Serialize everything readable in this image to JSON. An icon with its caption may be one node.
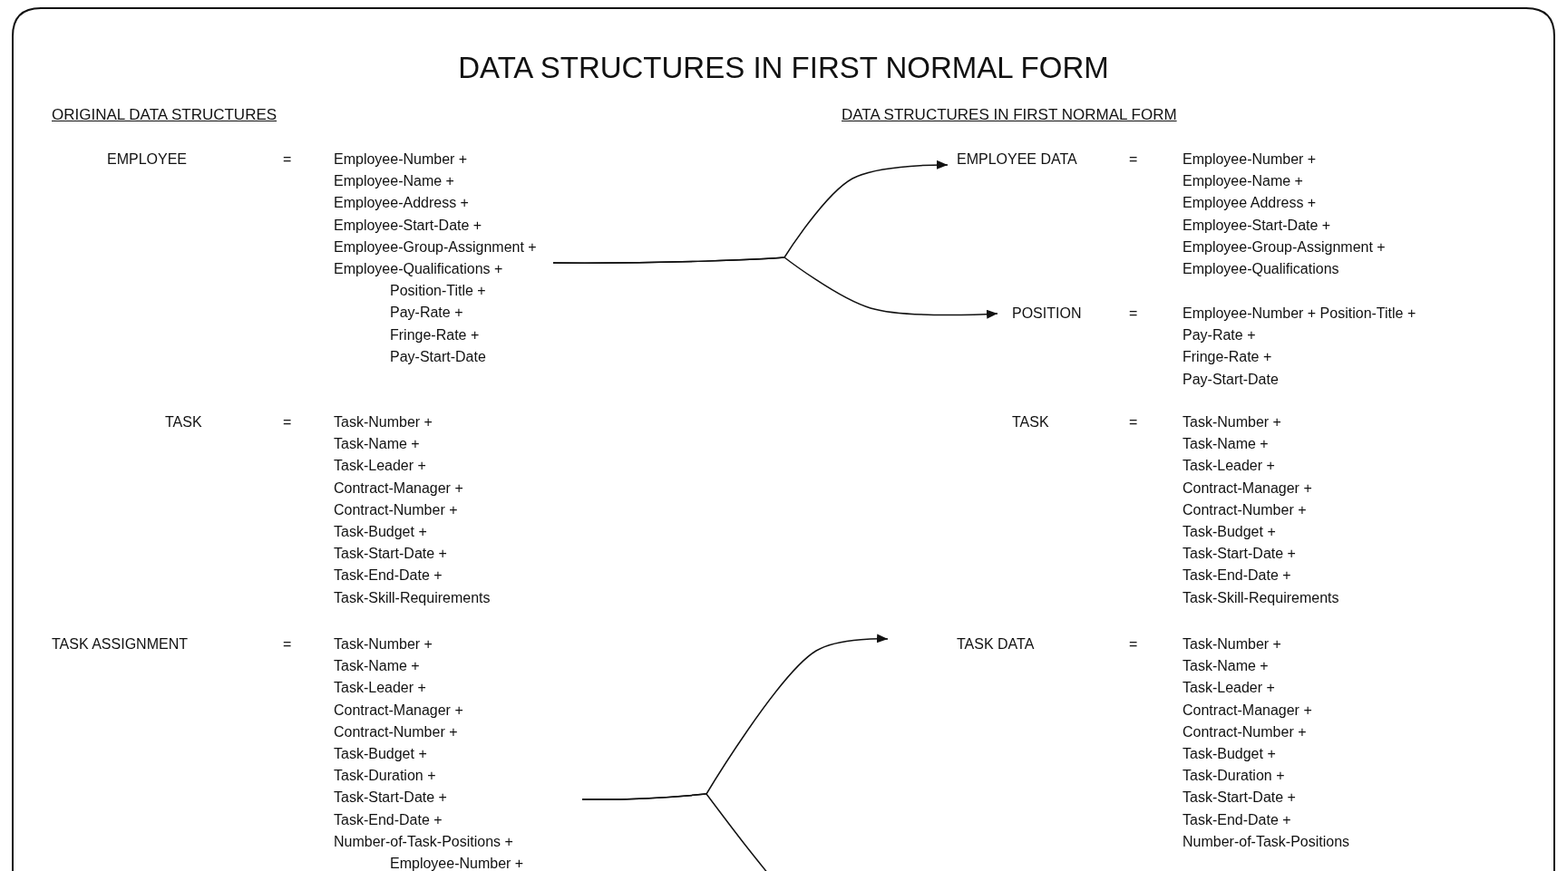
{
  "diagram": {
    "title": "DATA STRUCTURES IN FIRST NORMAL FORM",
    "nodes": [
      {
        "text": [
          "EMPLOYEE",
          "=",
          "Employee-Number +",
          "Employee-Name +",
          "Employee-Address +",
          "Employee-Start-Date +",
          "Employee-Group-Assignment +",
          "Employee-Qualifications +",
          "Position-Title +",
          "Pay-Rate +",
          "Fringe-Rate +",
          "Pay-Start-Date"
        ]
      },
      {
        "text": [
          "EMPLOYEE DATA",
          "=",
          "Employee-Number +",
          "Employee-Name +",
          "Employee Address +",
          "Employee-Start-Date +",
          "Employee-Group-Assignment +",
          "Employee-Qualifications"
        ]
      },
      {
        "text": [
          "POSITION",
          "=",
          "Employee-Number + Position-Title +",
          "Pay-Rate +",
          "Fringe-Rate +",
          "Pay-Start-Date"
        ]
      },
      {
        "text": [
          "TASK",
          "=",
          "Task-Number +",
          "Task-Name +",
          "Task-Leader +",
          "Contract-Manager +",
          "Contract-Number +",
          "Task-Budget +",
          "Task-Start-Date +",
          "Task-End-Date +",
          "Task-Skill-Requirements"
        ]
      },
      {
        "text": [
          "TASK",
          "=",
          "Task-Number +",
          "Task-Name +",
          "Task-Leader +",
          "Contract-Manager +",
          "Contract-Number +",
          "Task-Budget +",
          "Task-Start-Date +",
          "Task-End-Date +",
          "Task-Skill-Requirements"
        ]
      },
      {
        "text": [
          "TASK ASSIGNMENT",
          "=",
          "Task-Number +",
          "Task-Name +",
          "Task-Leader +",
          "Contract-Manager +",
          "Contract-Number +",
          "Task-Budget +",
          "Task-Duration +",
          "Task-Start-Date +",
          "Task-End-Date +",
          "Number-of-Task-Positions +",
          "Employee-Number +"
        ]
      },
      {
        "text": [
          "TASK DATA",
          "=",
          "Task-Number +",
          "Task-Name +",
          "Task-Leader +",
          "Contract-Manager +",
          "Contract-Number +",
          "Task-Budget +",
          "Task-Duration +",
          "Task-Start-Date +",
          "Task-End-Date +",
          "Number-of-Task-Positions"
        ]
      }
    ],
    "edges": [
      {
        "from": 0,
        "to": 1,
        "arrow": "to"
      },
      {
        "from": 0,
        "to": 2,
        "arrow": "to"
      },
      {
        "from": 5,
        "to": 6,
        "arrow": "to"
      },
      {
        "from": 5,
        "to": null,
        "arrow": "none"
      }
    ],
    "labels": [
      "ORIGINAL DATA STRUCTURES",
      "DATA STRUCTURES IN FIRST NORMAL FORM"
    ]
  }
}
